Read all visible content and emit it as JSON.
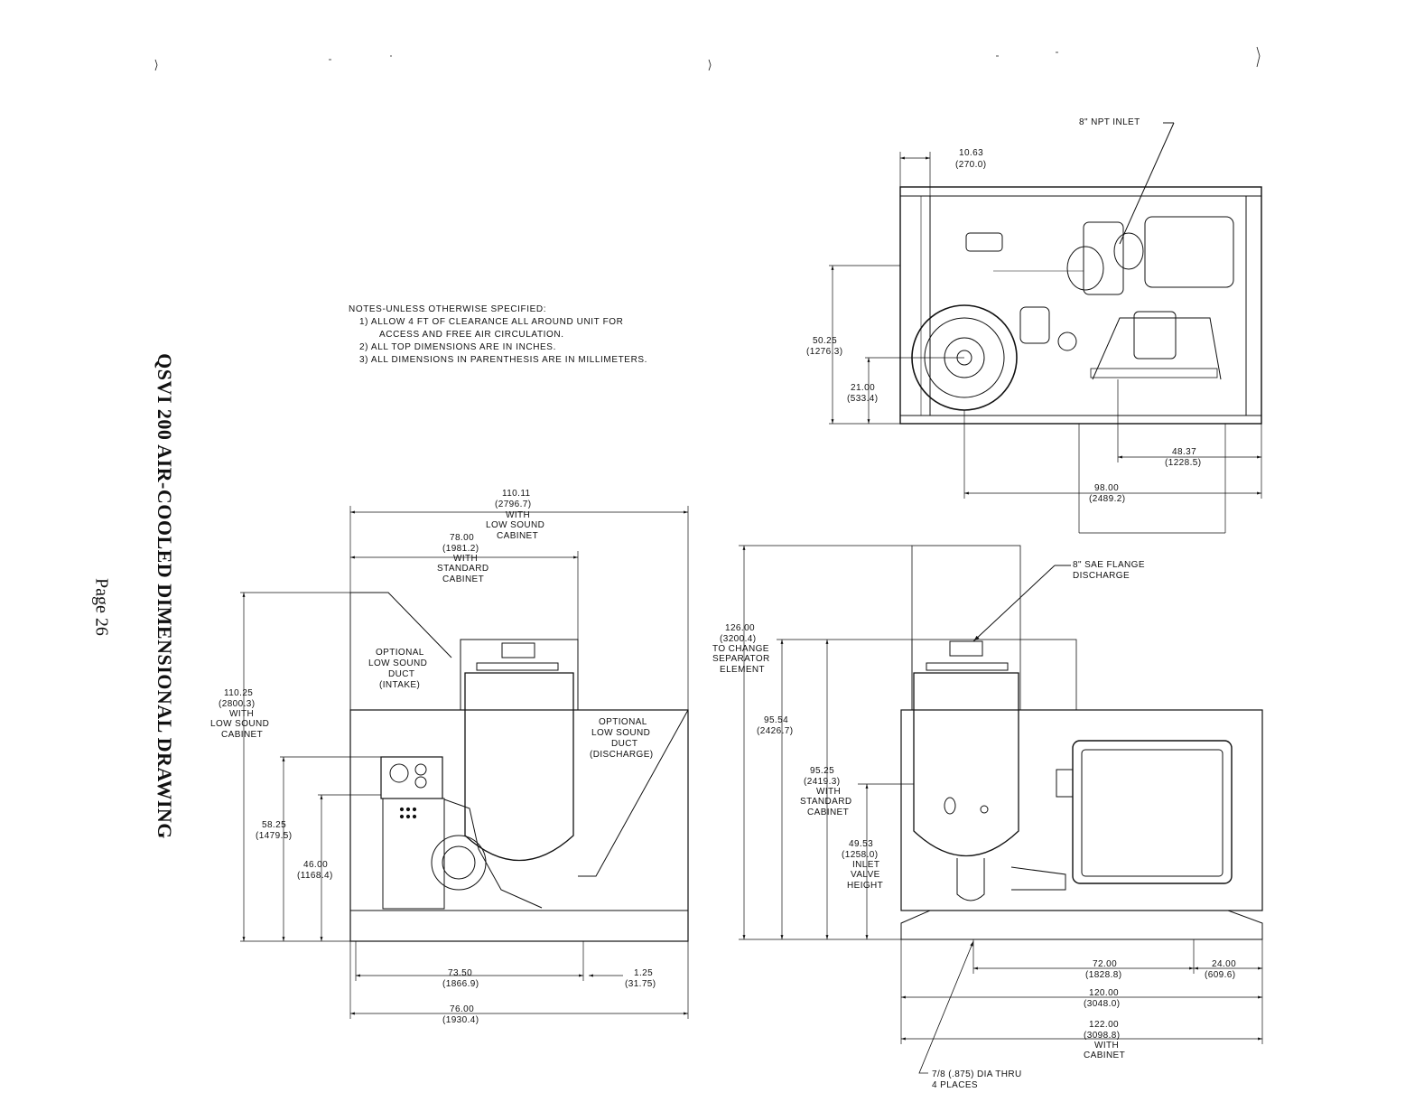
{
  "title": "QSVI 200 AIR-COOLED DIMENSIONAL DRAWING",
  "page": "Page 26",
  "notes": {
    "heading": "NOTES-UNLESS OTHERWISE SPECIFIED:",
    "n1": "1) ALLOW 4 FT OF CLEARANCE ALL AROUND UNIT FOR",
    "n1b": "ACCESS AND FREE AIR CIRCULATION.",
    "n2": "2) ALL TOP DIMENSIONS ARE IN INCHES.",
    "n3": "3) ALL DIMENSIONS IN PARENTHESIS ARE IN MILLIMETERS."
  },
  "top_view": {
    "inlet": "8\" NPT INLET",
    "d1": [
      "10.63",
      "(270.0)"
    ],
    "d2": [
      "50.25",
      "(1276.3)"
    ],
    "d3": [
      "21.00",
      "(533.4)"
    ],
    "d4": [
      "48.37",
      "(1228.5)"
    ],
    "d5": [
      "98.00",
      "(2489.2)"
    ]
  },
  "left_view": {
    "w1": [
      "110.11",
      "(2796.7)",
      "WITH",
      "LOW SOUND",
      "CABINET"
    ],
    "w2": [
      "78.00",
      "(1981.2)",
      "WITH",
      "STANDARD",
      "CABINET"
    ],
    "intake": [
      "OPTIONAL",
      "LOW SOUND",
      "DUCT",
      "(INTAKE)"
    ],
    "discharge": [
      "OPTIONAL",
      "LOW SOUND",
      "DUCT",
      "(DISCHARGE)"
    ],
    "h1": [
      "110.25",
      "(2800.3)",
      "WITH",
      "LOW SOUND",
      "CABINET"
    ],
    "h2": [
      "58.25",
      "(1479.5)"
    ],
    "h3": [
      "46.00",
      "(1168.4)"
    ],
    "b1": [
      "73.50",
      "(1866.9)"
    ],
    "b2": [
      "1.25",
      "(31.75)"
    ],
    "b3": [
      "76.00",
      "(1930.4)"
    ]
  },
  "right_view": {
    "flange": [
      "8\" SAE FLANGE",
      "DISCHARGE"
    ],
    "h1": [
      "126.00",
      "(3200.4)",
      "TO CHANGE",
      "SEPARATOR",
      "ELEMENT"
    ],
    "h2": [
      "95.54",
      "(2426.7)"
    ],
    "h3": [
      "95.25",
      "(2419.3)",
      "WITH",
      "STANDARD",
      "CABINET"
    ],
    "h4": [
      "49.53",
      "(1258.0)",
      "INLET",
      "VALVE",
      "HEIGHT"
    ],
    "b1": [
      "72.00",
      "(1828.8)"
    ],
    "b2": [
      "24.00",
      "(609.6)"
    ],
    "b3": [
      "120.00",
      "(3048.0)"
    ],
    "b4": [
      "122.00",
      "(3098.8)",
      "WITH",
      "CABINET"
    ],
    "holes": [
      "7/8 (.875) DIA THRU",
      "4 PLACES"
    ]
  }
}
